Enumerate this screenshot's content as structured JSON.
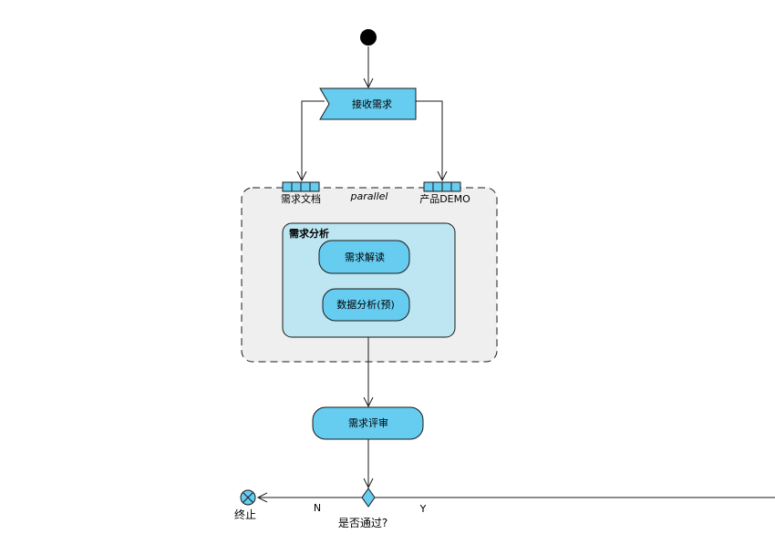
{
  "nodes": {
    "receive_request": "接收需求",
    "requirement_doc": "需求文档",
    "parallel": "parallel",
    "product_demo": "产品DEMO",
    "requirement_analysis": "需求分析",
    "requirement_interpretation": "需求解读",
    "data_analysis": "数据分析(预)",
    "requirement_review": "需求评审",
    "decision_question": "是否通过?",
    "branch_no": "N",
    "branch_yes": "Y",
    "terminate": "终止"
  },
  "colors": {
    "node_fill": "#66ccf0",
    "group_fill": "#bde6f2",
    "region_fill": "#efefef",
    "stroke": "#1a1a1a"
  }
}
